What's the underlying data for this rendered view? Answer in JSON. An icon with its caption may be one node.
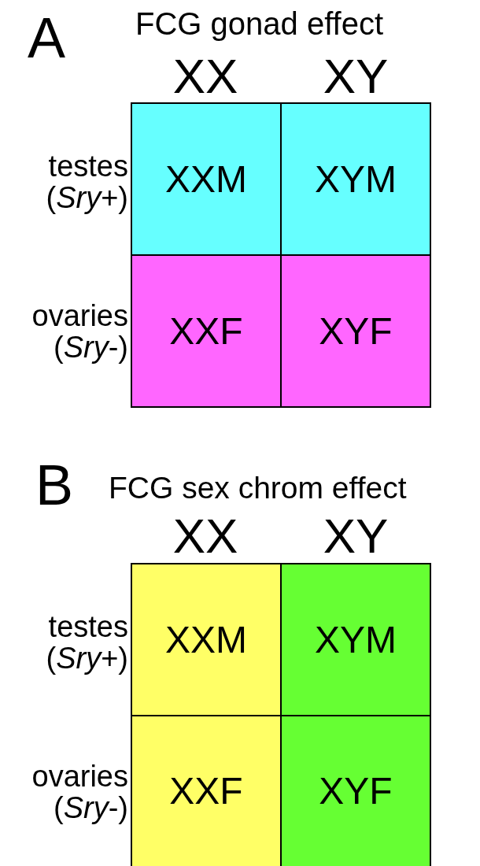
{
  "diagram": {
    "nodes": [
      {
        "text": [
          "XXM"
        ]
      },
      {
        "text": [
          "XYM"
        ]
      },
      {
        "text": [
          "XXF"
        ]
      },
      {
        "text": [
          "XYF"
        ]
      },
      {
        "text": [
          "XXM"
        ]
      },
      {
        "text": [
          "XYM"
        ]
      },
      {
        "text": [
          "XXF"
        ]
      },
      {
        "text": [
          "XYF"
        ]
      }
    ],
    "labels": [
      "A",
      "FCG gonad effect",
      "XX",
      "XY",
      "testes (*Sry*+)",
      "ovaries (*Sry*-)",
      "B",
      "FCG sex chrom effect",
      "XX",
      "XY",
      "testes (*Sry*+)",
      "ovaries (*Sry*-)"
    ]
  }
}
